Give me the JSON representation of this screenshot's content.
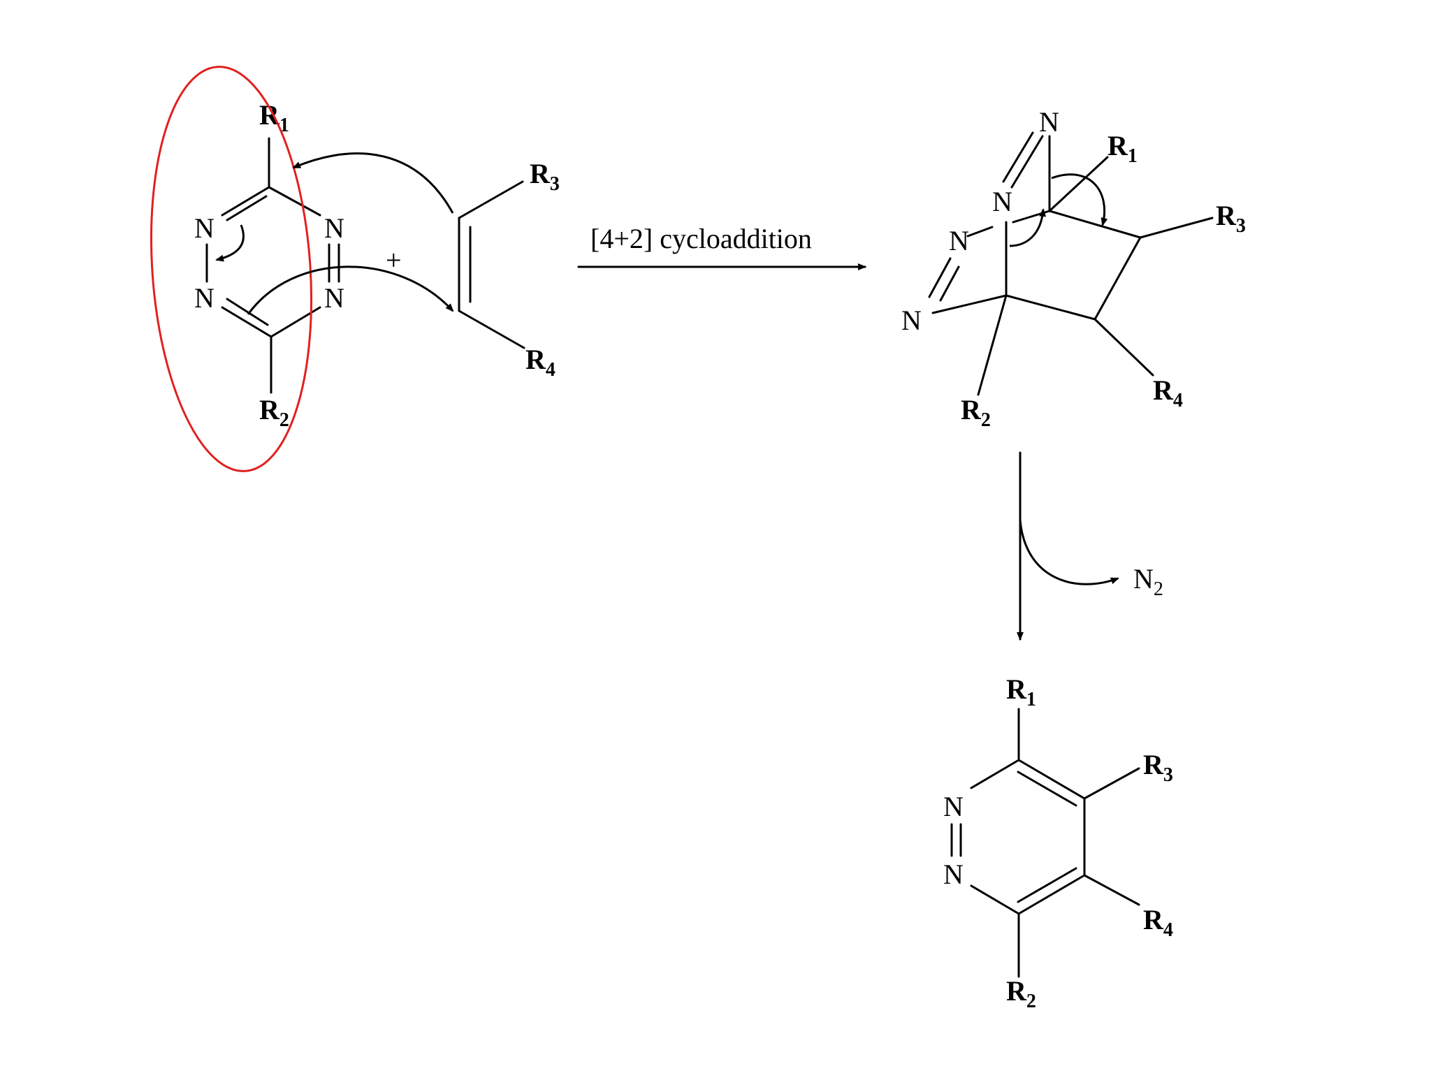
{
  "reactant_tetrazine": {
    "ring_atoms": [
      "N",
      "N",
      "N",
      "N"
    ],
    "substituents": [
      {
        "base": "R",
        "sub": "1"
      },
      {
        "base": "R",
        "sub": "2"
      }
    ],
    "highlight_color": "#e0211f"
  },
  "plus_sign": "+",
  "dienophile": {
    "substituents": [
      {
        "base": "R",
        "sub": "3"
      },
      {
        "base": "R",
        "sub": "4"
      }
    ]
  },
  "reaction_arrow": {
    "label": "[4+2] cycloaddition"
  },
  "intermediate": {
    "atoms": [
      "N",
      "N",
      "N",
      "N"
    ],
    "substituents": [
      {
        "base": "R",
        "sub": "1"
      },
      {
        "base": "R",
        "sub": "3"
      },
      {
        "base": "R",
        "sub": "2"
      },
      {
        "base": "R",
        "sub": "4"
      }
    ]
  },
  "elimination": {
    "byproduct": {
      "base": "N",
      "sub": "2"
    }
  },
  "product_pyridazine": {
    "atoms": [
      "N",
      "N"
    ],
    "substituents": [
      {
        "base": "R",
        "sub": "1"
      },
      {
        "base": "R",
        "sub": "3"
      },
      {
        "base": "R",
        "sub": "4"
      },
      {
        "base": "R",
        "sub": "2"
      }
    ]
  }
}
